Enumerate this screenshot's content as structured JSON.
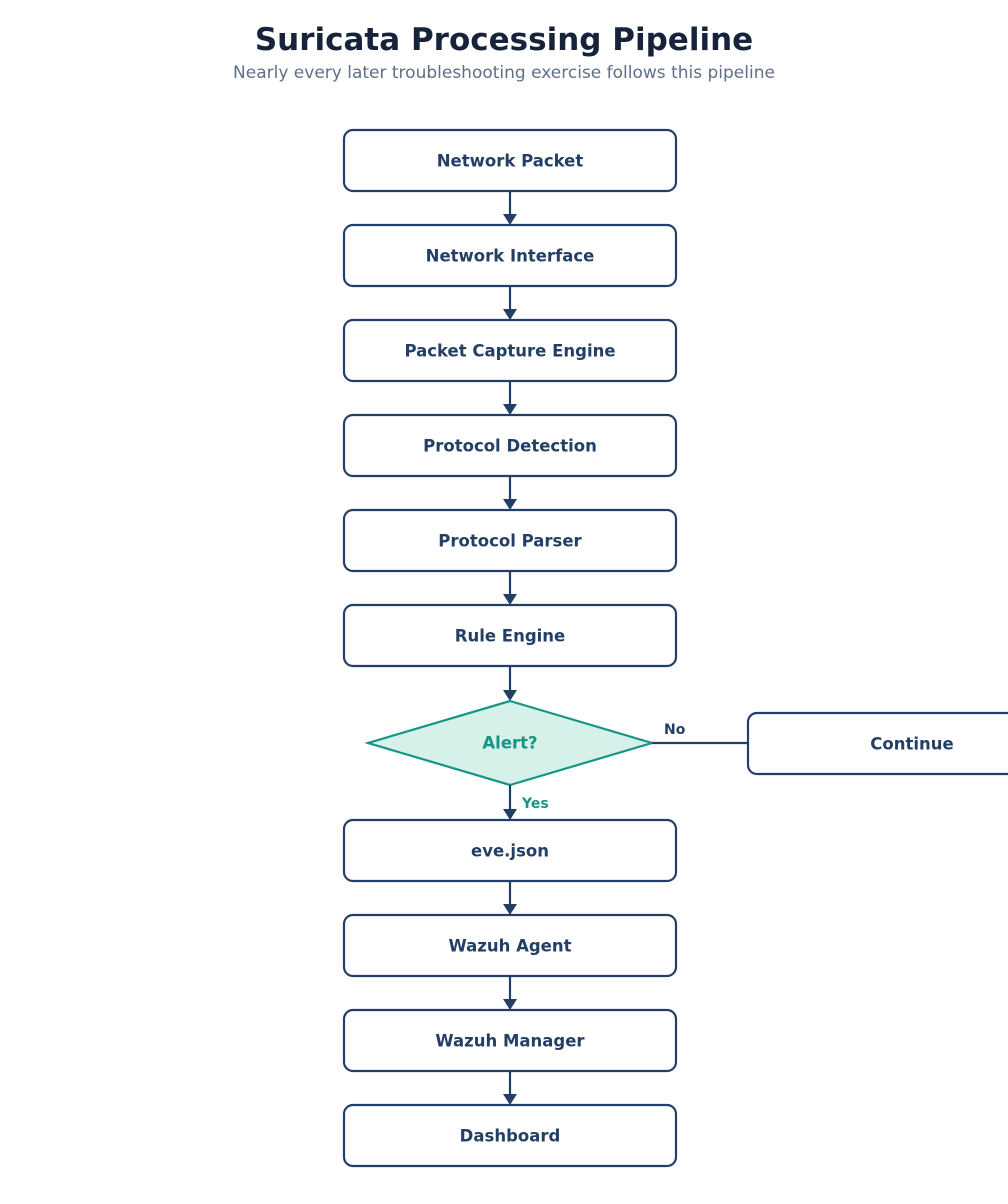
{
  "header": {
    "title": "Suricata Processing Pipeline",
    "subtitle": "Nearly every later troubleshooting exercise follows this pipeline"
  },
  "pipeline": {
    "steps_before_decision": [
      {
        "label": "Network Packet"
      },
      {
        "label": "Network Interface"
      },
      {
        "label": "Packet Capture Engine"
      },
      {
        "label": "Protocol Detection"
      },
      {
        "label": "Protocol Parser"
      },
      {
        "label": "Rule Engine"
      }
    ],
    "decision": {
      "label": "Alert?",
      "no_label": "No",
      "yes_label": "Yes",
      "no_target": "Continue"
    },
    "steps_after_decision": [
      {
        "label": "eve.json"
      },
      {
        "label": "Wazuh Agent"
      },
      {
        "label": "Wazuh Manager"
      },
      {
        "label": "Dashboard"
      }
    ]
  },
  "colors": {
    "node_stroke": "#233f66",
    "decision_fill": "#d6f0ea",
    "decision_stroke": "#149585",
    "title": "#16233b",
    "subtitle": "#5f6f86"
  }
}
